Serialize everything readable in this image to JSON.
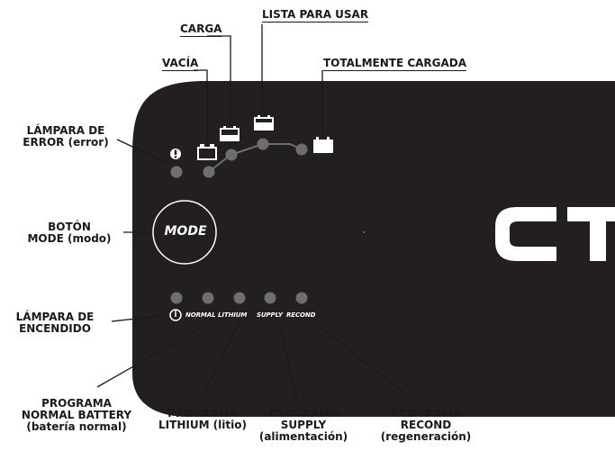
{
  "state_labels": {
    "empty": "VACÍA",
    "charging": "CARGA",
    "ready": "LISTA PARA USAR",
    "full": "TOTALMENTE CARGADA"
  },
  "left_labels": {
    "error_lamp": [
      "LÁMPARA DE",
      "ERROR (error)"
    ],
    "mode_button": [
      "BOTÓN",
      "MODE (modo)"
    ],
    "power_lamp": [
      "LÁMPARA DE",
      "ENCENDIDO"
    ]
  },
  "bottom_labels": {
    "normal": [
      "PROGRAMA",
      "NORMAL BATTERY",
      "(batería normal)"
    ],
    "lithium": [
      "PROGRAMA",
      "LITHIUM (litio)"
    ],
    "supply": [
      "PROGRAMA",
      "SUPPLY",
      "(alimentación)"
    ],
    "recond": [
      "PROGRAMA",
      "RECOND",
      "(regeneración)"
    ]
  },
  "device": {
    "mode_button": "MODE",
    "brand": "CT",
    "programs": [
      "NORMAL",
      "LITHIUM",
      "SUPPLY",
      "RECOND"
    ],
    "error_symbol": "!"
  },
  "colors": {
    "panel": "#231f20",
    "led": "#6d6e71",
    "text": "#1a1a1a",
    "icon": "#ffffff"
  }
}
